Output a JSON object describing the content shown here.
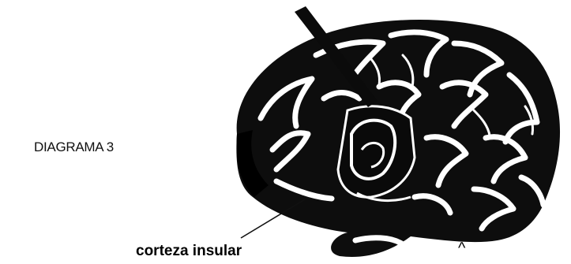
{
  "diagram_label": "DIAGRAMA 3",
  "callout_label": "corteza insular",
  "caret_mark": "^",
  "colors": {
    "ink": "#111111",
    "paper": "#ffffff"
  },
  "illustration": "brain-lateral-view-with-insular-cortex-cutaway"
}
